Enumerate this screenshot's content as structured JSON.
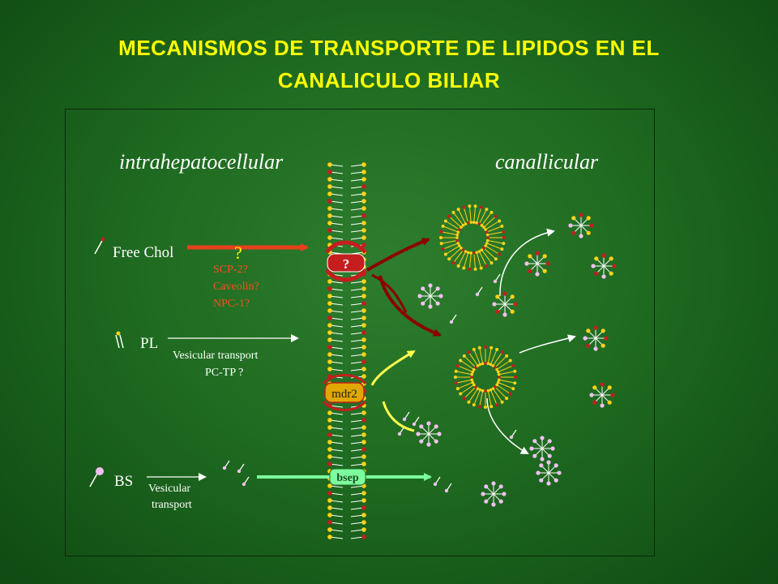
{
  "title": {
    "line1": "MECANISMOS DE TRANSPORTE DE LIPIDOS EN EL",
    "line2": "CANALICULO BILIAR"
  },
  "regions": {
    "left": "intrahepatocellular",
    "right": "canallicular"
  },
  "lipids": {
    "chol": {
      "label": "Free Chol",
      "question": "?",
      "candidates": [
        "SCP-2?",
        "Caveolin?",
        "NPC-1?"
      ]
    },
    "pl": {
      "label": "PL",
      "transport": [
        "Vesicular transport",
        "PC-TP ?"
      ]
    },
    "bs": {
      "label": "BS",
      "transport": [
        "Vesicular",
        "transport"
      ]
    }
  },
  "transporters": {
    "unknown": "?",
    "mdr2": "mdr2",
    "bsep": "bsep"
  },
  "colors": {
    "title": "#ffff00",
    "chol_arrow": "#e8401c",
    "vesicle_arrow": "#8b0000",
    "pl_arrow": "#ffff4d",
    "bs_arrow": "#7dff9e",
    "mdr2": "#e0a800",
    "unknown": "#c41e1e"
  }
}
